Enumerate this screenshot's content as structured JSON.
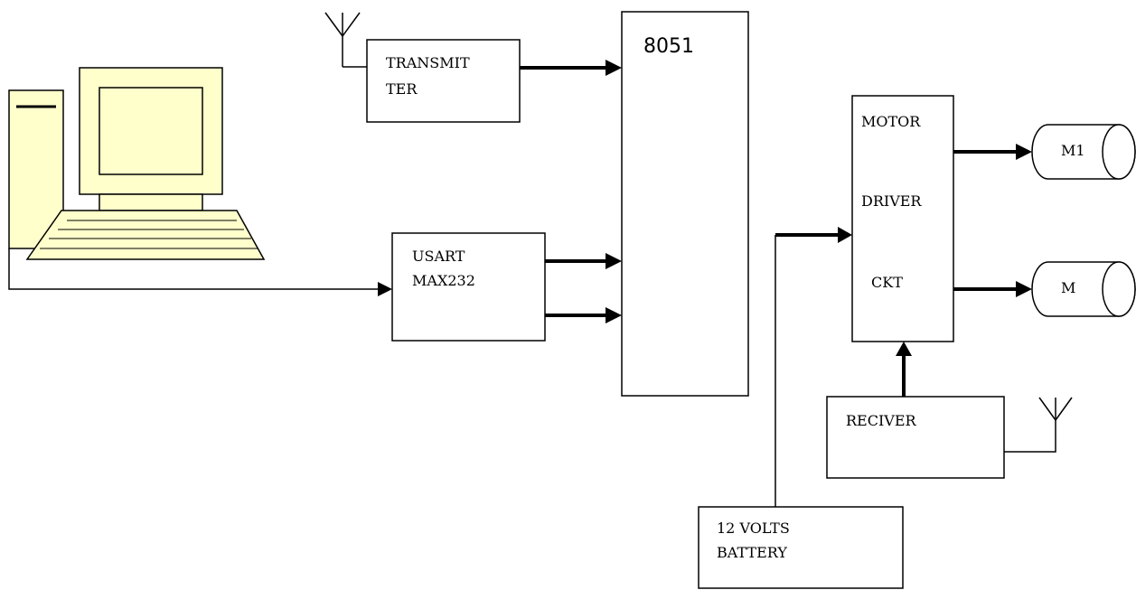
{
  "diagram": {
    "blocks": {
      "transmitter": {
        "line1": "TRANSMIT",
        "line2": "TER"
      },
      "mcu": {
        "label": "8051"
      },
      "usart": {
        "line1": "USART",
        "line2": "MAX232"
      },
      "motor_driver": {
        "line1": "MOTOR",
        "line2": "DRIVER",
        "line3": "CKT"
      },
      "receiver": {
        "label": "RECIVER"
      },
      "battery": {
        "line1": "12 VOLTS",
        "line2": "BATTERY"
      },
      "motor1": {
        "label": "M1"
      },
      "motor2": {
        "label": "M"
      }
    },
    "icons": [
      "computer-icon",
      "antenna-icon",
      "motor-icon"
    ],
    "colors": {
      "computer": "#ffffcc",
      "stroke": "#000000"
    }
  }
}
